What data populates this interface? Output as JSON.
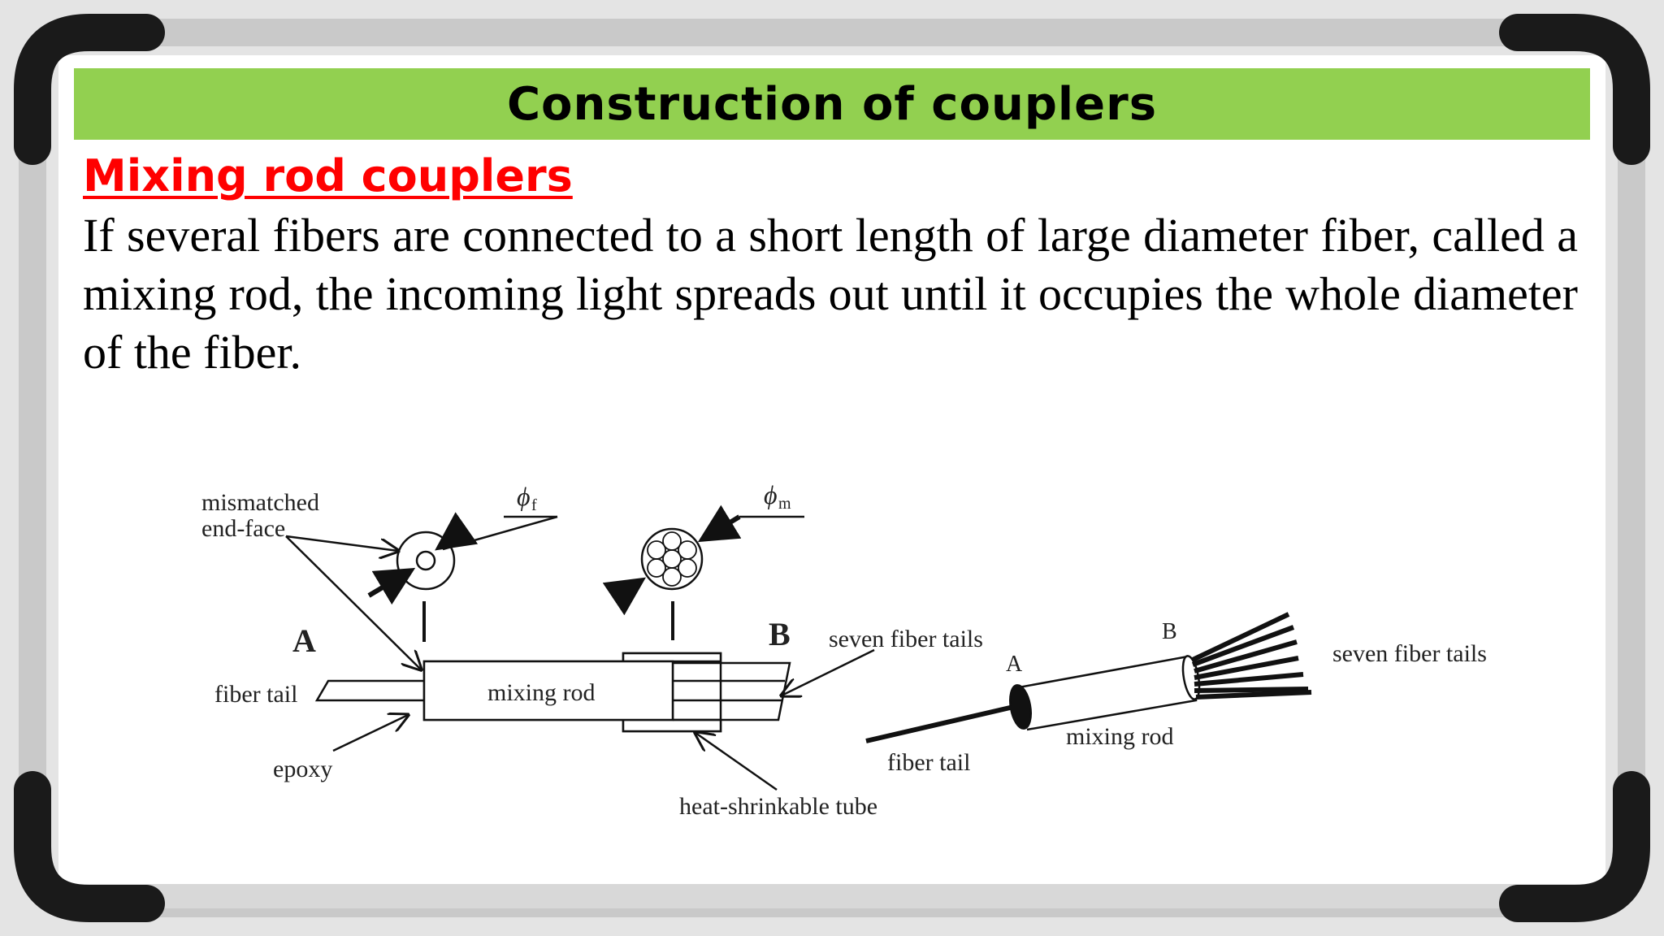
{
  "slide": {
    "title": "Construction of couplers",
    "subtitle": "Mixing rod couplers",
    "paragraph": "If several fibers are connected to a short length of large diameter fiber, called a mixing rod, the incoming light spreads out until it occupies the whole diameter of the fiber."
  },
  "figure_left": {
    "mismatched_line1": "mismatched",
    "mismatched_line2": "end-face",
    "phi_f": "ϕ",
    "phi_f_sub": "f",
    "phi_m": "ϕ",
    "phi_m_sub": "m",
    "label_A": "A",
    "label_B": "B",
    "seven_fiber_tails": "seven fiber tails",
    "fiber_tail": "fiber tail",
    "mixing_rod": "mixing rod",
    "epoxy": "epoxy",
    "heat_tube": "heat-shrinkable tube"
  },
  "figure_right": {
    "label_A": "A",
    "label_B": "B",
    "seven_fiber_tails": "seven fiber tails",
    "mixing_rod": "mixing rod",
    "fiber_tail": "fiber tail"
  },
  "colors": {
    "title_bar": "#92d050",
    "subtitle": "#ff0000",
    "frame": "#1a1a1a",
    "board": "#ffffff"
  }
}
